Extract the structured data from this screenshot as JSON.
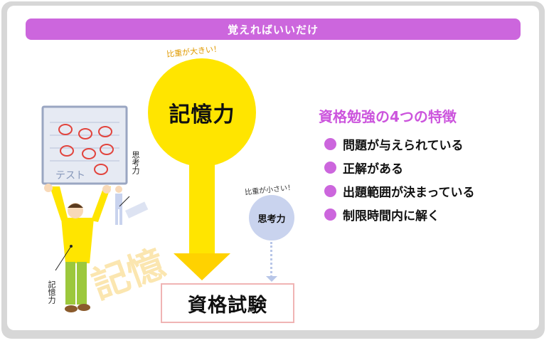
{
  "banner": {
    "text": "覚えればいいだけ"
  },
  "memory": {
    "arc_label": "比重が大きい！",
    "label": "記憶力"
  },
  "thinking": {
    "arc_label": "比重が小さい！",
    "label": "思考力"
  },
  "exam": {
    "label": "資格試験"
  },
  "features": {
    "title": "資格勉強の4つの特徴",
    "items": [
      "問題が与えられている",
      "正解がある",
      "出題範囲が決まっている",
      "制限時間内に解く"
    ]
  },
  "illustration": {
    "board_text": "テスト",
    "thinking_tag": "思考力",
    "memory_tag": "記憶力",
    "shadow_text": "記憶"
  },
  "colors": {
    "banner": "#cc66dd",
    "accent_purple": "#cc55dd",
    "memory_yellow": "#ffe500",
    "arc_orange": "#e09a00",
    "thinking_blue": "#c9d3ee",
    "exam_border": "#f0b4b4"
  }
}
